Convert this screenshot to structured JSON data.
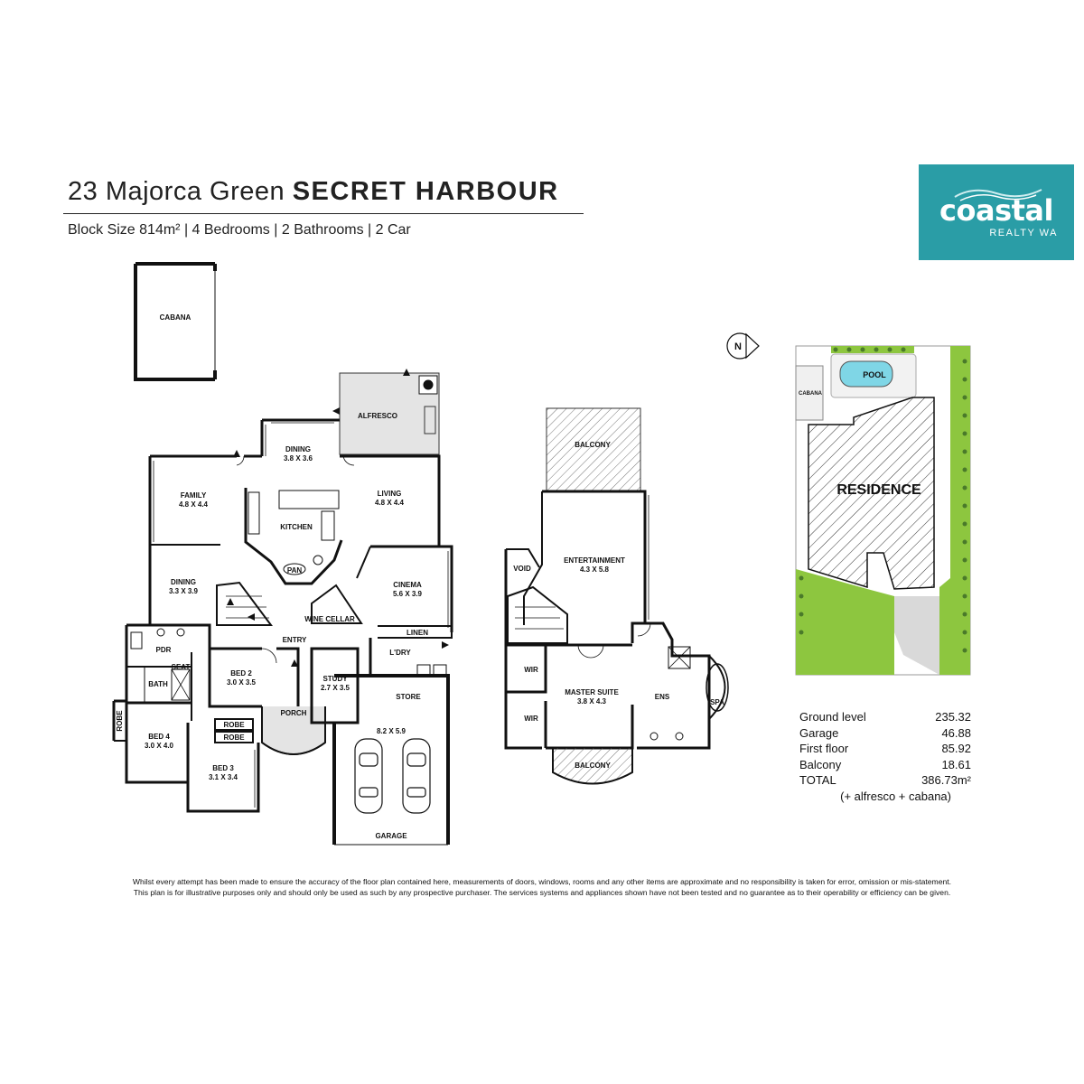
{
  "header": {
    "address": "23 Majorca Green",
    "suburb": "SECRET HARBOUR",
    "summary": "Block Size 814m² | 4 Bedrooms | 2 Bathrooms  | 2 Car"
  },
  "logo": {
    "wordmark": "coastal",
    "tagline": "REALTY WA"
  },
  "ground_floor": {
    "cabana": "CABANA",
    "alfresco": "ALFRESCO",
    "dining_main": {
      "name": "DINING",
      "size": "3.8 X 3.6"
    },
    "family": {
      "name": "FAMILY",
      "size": "4.8 X 4.4"
    },
    "kitchen": "KITCHEN",
    "living": {
      "name": "LIVING",
      "size": "4.8 X 4.4"
    },
    "pan": "PAN",
    "dining_2": {
      "name": "DINING",
      "size": "3.3 X 3.9"
    },
    "cinema": {
      "name": "CINEMA",
      "size": "5.6 X 3.9"
    },
    "wine_cellar": "WINE CELLAR",
    "linen": "LINEN",
    "entry": "ENTRY",
    "laundry": "L'DRY",
    "pdr": "PDR",
    "seat": "SEAT",
    "bath": "BATH",
    "bed2": {
      "name": "BED 2",
      "size": "3.0 X 3.5"
    },
    "study": {
      "name": "STUDY",
      "size": "2.7 X 3.5"
    },
    "store": "STORE",
    "robe": "ROBE",
    "bed4": {
      "name": "BED 4",
      "size": "3.0 X 4.0"
    },
    "porch": "PORCH",
    "bed3": {
      "name": "BED 3",
      "size": "3.1 X 3.4"
    },
    "garage": {
      "name": "GARAGE",
      "size": "8.2 X 5.9"
    }
  },
  "first_floor": {
    "balcony": "BALCONY",
    "entertainment": {
      "name": "ENTERTAINMENT",
      "size": "4.3 X 5.8"
    },
    "void": "VOID",
    "wir": "WIR",
    "master": {
      "name": "MASTER SUITE",
      "size": "3.8 X 4.3"
    },
    "ens": "ENS",
    "spa": "SPA"
  },
  "site_plan": {
    "north": "N",
    "pool": "POOL",
    "cabana": "CABANA",
    "residence": "RESIDENCE"
  },
  "areas": {
    "rows": [
      {
        "label": "Ground level",
        "value": "235.32"
      },
      {
        "label": "Garage",
        "value": "46.88"
      },
      {
        "label": "First floor",
        "value": "85.92"
      },
      {
        "label": "Balcony",
        "value": "18.61"
      },
      {
        "label": "TOTAL",
        "value": "386.73m²"
      }
    ],
    "note": "(+ alfresco + cabana)"
  },
  "disclaimer": {
    "line1": "Whilst every attempt has been made to ensure the accuracy of the floor plan contained here, measurements of doors, windows, rooms and any other items are approximate and no responsibility is taken for error, omission or mis-statement.",
    "line2": "This plan is for illustrative purposes only and should only be used as such by any prospective purchaser. The services systems and appliances shown have not been tested and no guarantee as to their operability or efficiency can be given."
  },
  "colors": {
    "brand": "#2a9da6",
    "lawn": "#8dc63f",
    "wall": "#111111",
    "shade": "#e4e4e4"
  }
}
